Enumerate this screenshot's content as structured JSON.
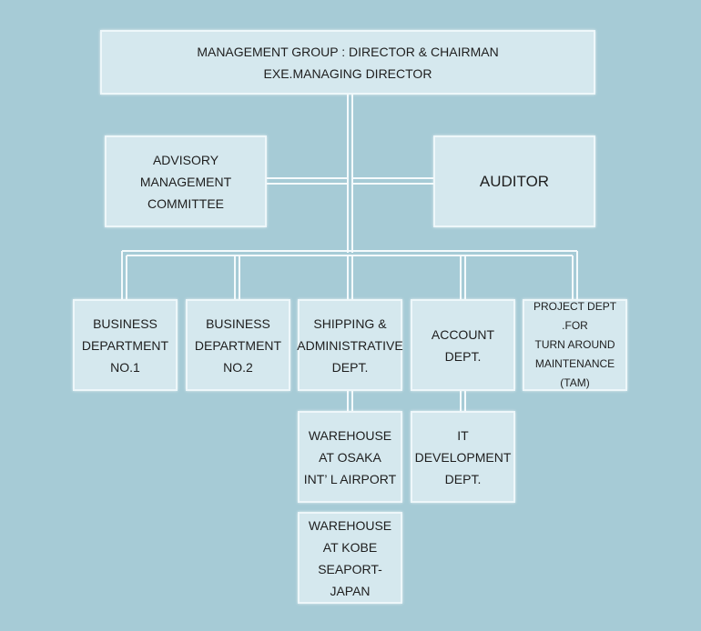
{
  "org_chart": {
    "top": {
      "lines": [
        "MANAGEMENT GROUP : DIRECTOR & CHAIRMAN",
        "EXE.MANAGING DIRECTOR"
      ]
    },
    "advisory": {
      "lines": [
        "ADVISORY",
        "MANAGEMENT",
        "COMMITTEE"
      ]
    },
    "auditor": {
      "lines": [
        "AUDITOR"
      ]
    },
    "business1": {
      "lines": [
        "BUSINESS",
        "DEPARTMENT",
        "NO.1"
      ]
    },
    "business2": {
      "lines": [
        "BUSINESS",
        "DEPARTMENT",
        "NO.2"
      ]
    },
    "shipping": {
      "lines": [
        "SHIPPING &",
        "ADMINISTRATIVE",
        "DEPT."
      ]
    },
    "account": {
      "lines": [
        "ACCOUNT DEPT."
      ]
    },
    "project": {
      "lines": [
        "PROJECT DEPT .FOR",
        "TURN AROUND",
        "MAINTENANCE",
        "(TAM)"
      ]
    },
    "warehouse_osaka": {
      "lines": [
        "WAREHOUSE",
        "AT OSAKA",
        "INT’ L AIRPORT"
      ]
    },
    "it_dev": {
      "lines": [
        "IT",
        "DEVELOPMENT",
        "DEPT."
      ]
    },
    "warehouse_kobe": {
      "lines": [
        "WAREHOUSE",
        "AT KOBE",
        "SEAPORT-JAPAN"
      ]
    }
  },
  "colors": {
    "background": "#a6cbd6",
    "box_fill": "#d5e8ee",
    "connector": "#f4fafc"
  }
}
